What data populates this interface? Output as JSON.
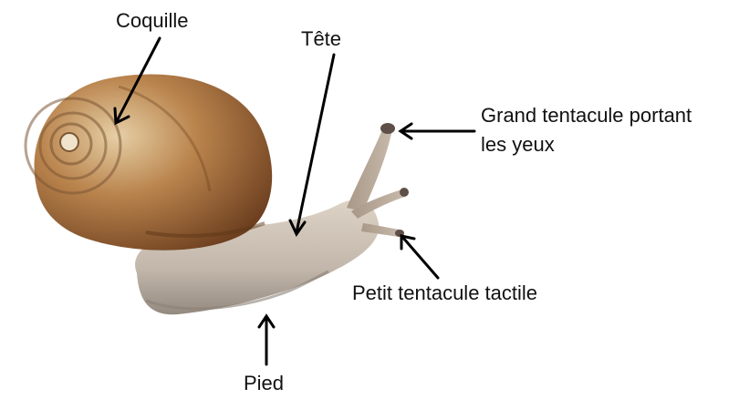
{
  "labels": {
    "coquille": "Coquille",
    "tete": "Tête",
    "grand_tentacule_line1": "Grand tentacule portant",
    "grand_tentacule_line2": "les yeux",
    "petit_tentacule": "Petit tentacule tactile",
    "pied": "Pied"
  },
  "colors": {
    "shell_dark": "#7a4a22",
    "shell_mid": "#b07a45",
    "shell_light": "#d8b98c",
    "body": "#c9bfb3",
    "body_shadow": "#9e948a",
    "arrow": "#000000"
  },
  "illustration": "snail-photo"
}
